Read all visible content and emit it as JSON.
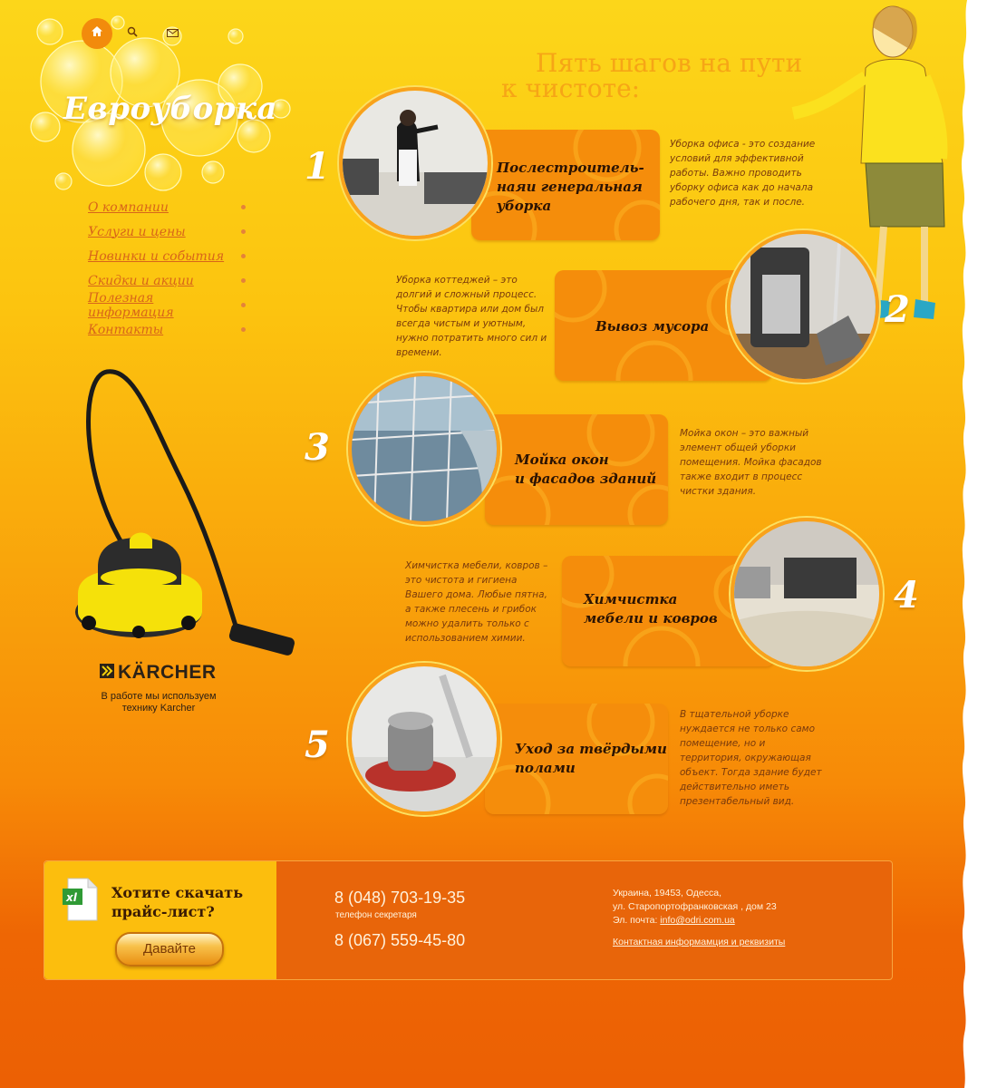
{
  "brand": {
    "logo_text": "Евроуборка"
  },
  "top_icons": [
    {
      "name": "home-icon"
    },
    {
      "name": "search-icon"
    },
    {
      "name": "mail-icon"
    }
  ],
  "nav": {
    "items": [
      {
        "label": "О компании"
      },
      {
        "label": "Услуги и цены"
      },
      {
        "label": "Новинки и события"
      },
      {
        "label": "Скидки и акции"
      },
      {
        "label": "Полезная информация"
      },
      {
        "label": "Контакты"
      }
    ]
  },
  "karcher": {
    "logo": "KÄRCHER",
    "caption_line1": "В работе мы используем",
    "caption_line2": "технику Karcher"
  },
  "heading": {
    "line1": "Пять шагов на пути",
    "line2": "к чистоте:"
  },
  "steps": [
    {
      "number": "1",
      "title_line1": "Послестроитель-",
      "title_line2": "наяи генеральная",
      "title_line3": "уборка",
      "description": "Уборка офиса - это создание условий для эффективной работы. Важно проводить уборку офиса как до начала рабочего дня, так и после."
    },
    {
      "number": "2",
      "title_line1": "Вывоз мусора",
      "description": "Уборка коттеджей – это долгий и сложный процесс. Чтобы квартира или дом был всегда чистым и уютным, нужно потратить много сил и времени."
    },
    {
      "number": "3",
      "title_line1": "Мойка окон",
      "title_line2": "и фасадов зданий",
      "description": "Мойка окон – это важный элемент общей уборки помещения. Мойка фасадов также входит в процесс чистки здания."
    },
    {
      "number": "4",
      "title_line1": "Химчистка",
      "title_line2": "мебели и ковров",
      "description": "Химчистка мебели, ковров – это чистота и гигиена Вашего дома. Любые пятна, а также плесень и грибок можно удалить только с использованием химии."
    },
    {
      "number": "5",
      "title_line1": "Уход за твёрдыми",
      "title_line2": "полами",
      "description": "В тщательной уборке нуждается не только само помещение, но и территория, окружающая объект. Тогда здание будет действительно иметь презентабельный вид."
    }
  ],
  "footer": {
    "price_title_line1": "Хотите скачать",
    "price_title_line2": "прайс-лист?",
    "xl_label": "xl",
    "go_button": "Давайте",
    "phone1": "8 (048) 703-19-35",
    "phone1_label": "телефон секретаря",
    "phone2": "8 (067) 559-45-80",
    "address_line1": "Украина, 19453, Одесса,",
    "address_line2": "ул. Старопортофранковская , дом 23",
    "email_label": "Эл. почта:",
    "email": "info@odri.com.ua",
    "contact_link": "Контактная информамция и реквизиты"
  },
  "colors": {
    "accent": "#f58d0b",
    "nav_link": "#d8651a",
    "heading": "#f6a516"
  }
}
